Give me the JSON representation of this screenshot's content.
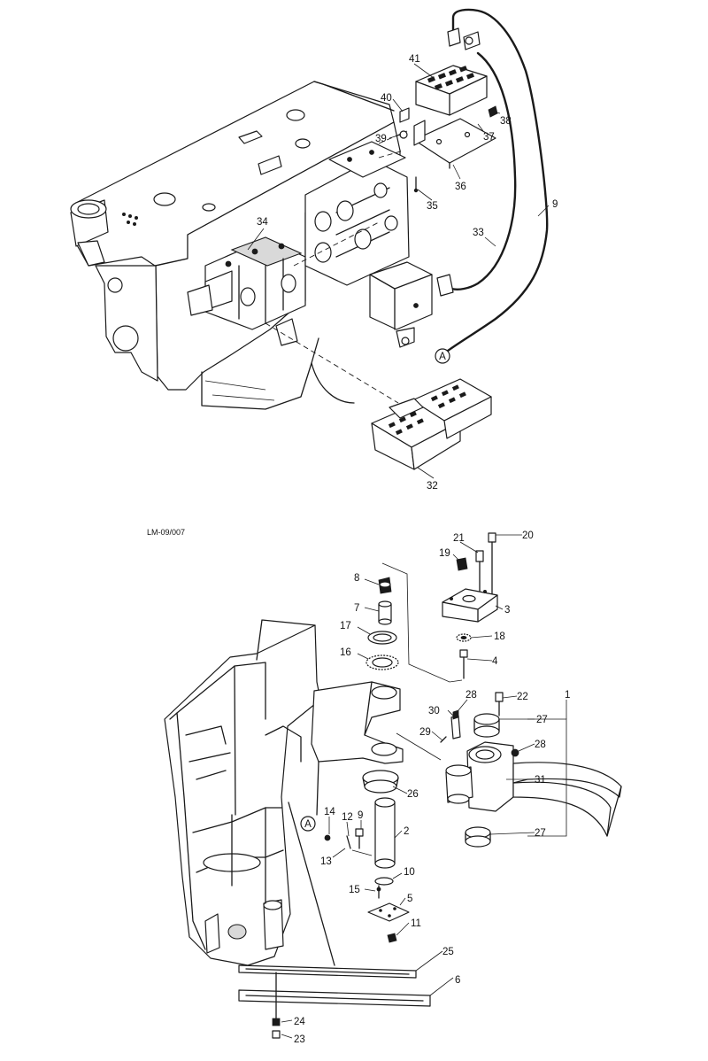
{
  "figure": {
    "drawing_code": "LM-09/007",
    "connector_mark": "A",
    "upper_callouts": [
      "41",
      "40",
      "38",
      "37",
      "39",
      "36",
      "35",
      "34",
      "9",
      "33",
      "32"
    ],
    "lower_callouts": [
      "21",
      "20",
      "19",
      "8",
      "3",
      "7",
      "18",
      "17",
      "16",
      "4",
      "28",
      "22",
      "30",
      "27",
      "1",
      "29",
      "28",
      "31",
      "26",
      "14",
      "12",
      "9",
      "2",
      "13",
      "27",
      "10",
      "15",
      "5",
      "11",
      "25",
      "6",
      "24",
      "23"
    ]
  }
}
